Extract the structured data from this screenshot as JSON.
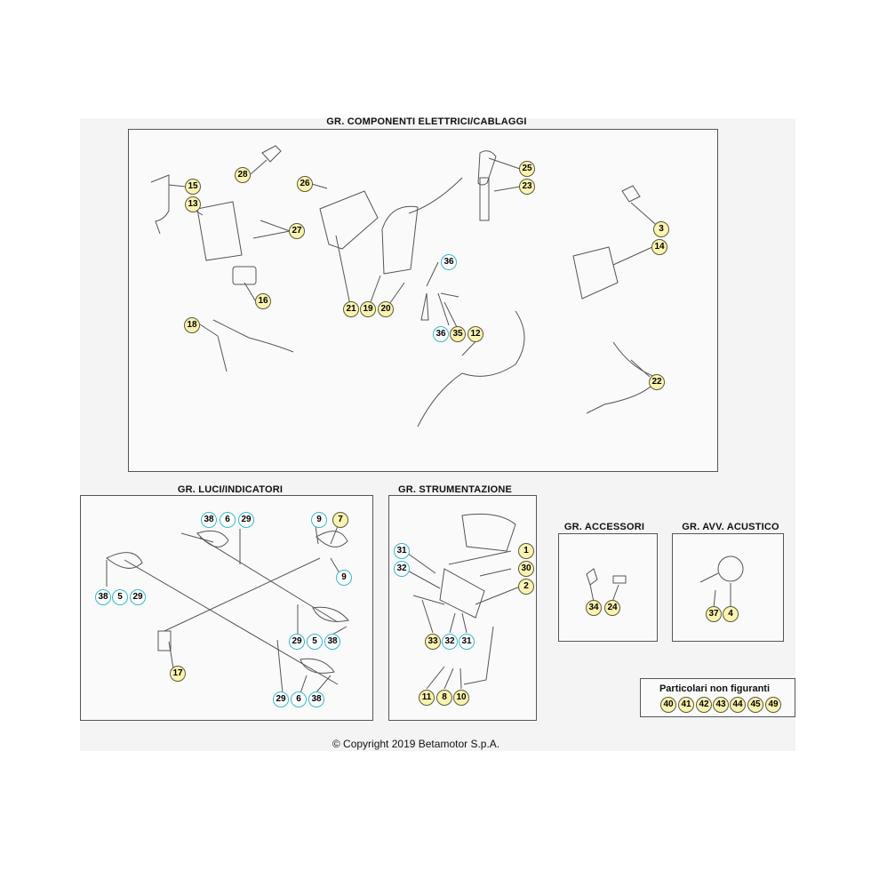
{
  "sections": {
    "electrical": "GR. COMPONENTI ELETTRICI/CABLAGGI",
    "lights": "GR. LUCI/INDICATORI",
    "instruments": "GR. STRUMENTAZIONE",
    "accessories": "GR. ACCESSORI",
    "horn": "GR. AVV. ACUSTICO",
    "not_shown": "Particolari non figuranti"
  },
  "copyright": "© Copyright 2019 Betamotor S.p.A.",
  "colors": {
    "callout_fill": "#fbf3b0",
    "callout_ring_cyan": "#35b8cf",
    "line": "#555555"
  },
  "callouts": [
    "28",
    "26",
    "25",
    "23",
    "15",
    "13",
    "27",
    "3",
    "14",
    "36",
    "16",
    "21",
    "19",
    "20",
    "36",
    "35",
    "12",
    "18",
    "22",
    "38",
    "6",
    "29",
    "9",
    "7",
    "38",
    "5",
    "29",
    "9",
    "29",
    "5",
    "38",
    "17",
    "29",
    "6",
    "38",
    "31",
    "32",
    "1",
    "30",
    "2",
    "33",
    "32",
    "31",
    "11",
    "8",
    "10",
    "34",
    "24",
    "37",
    "4",
    "40",
    "41",
    "42",
    "43",
    "44",
    "45",
    "49"
  ]
}
